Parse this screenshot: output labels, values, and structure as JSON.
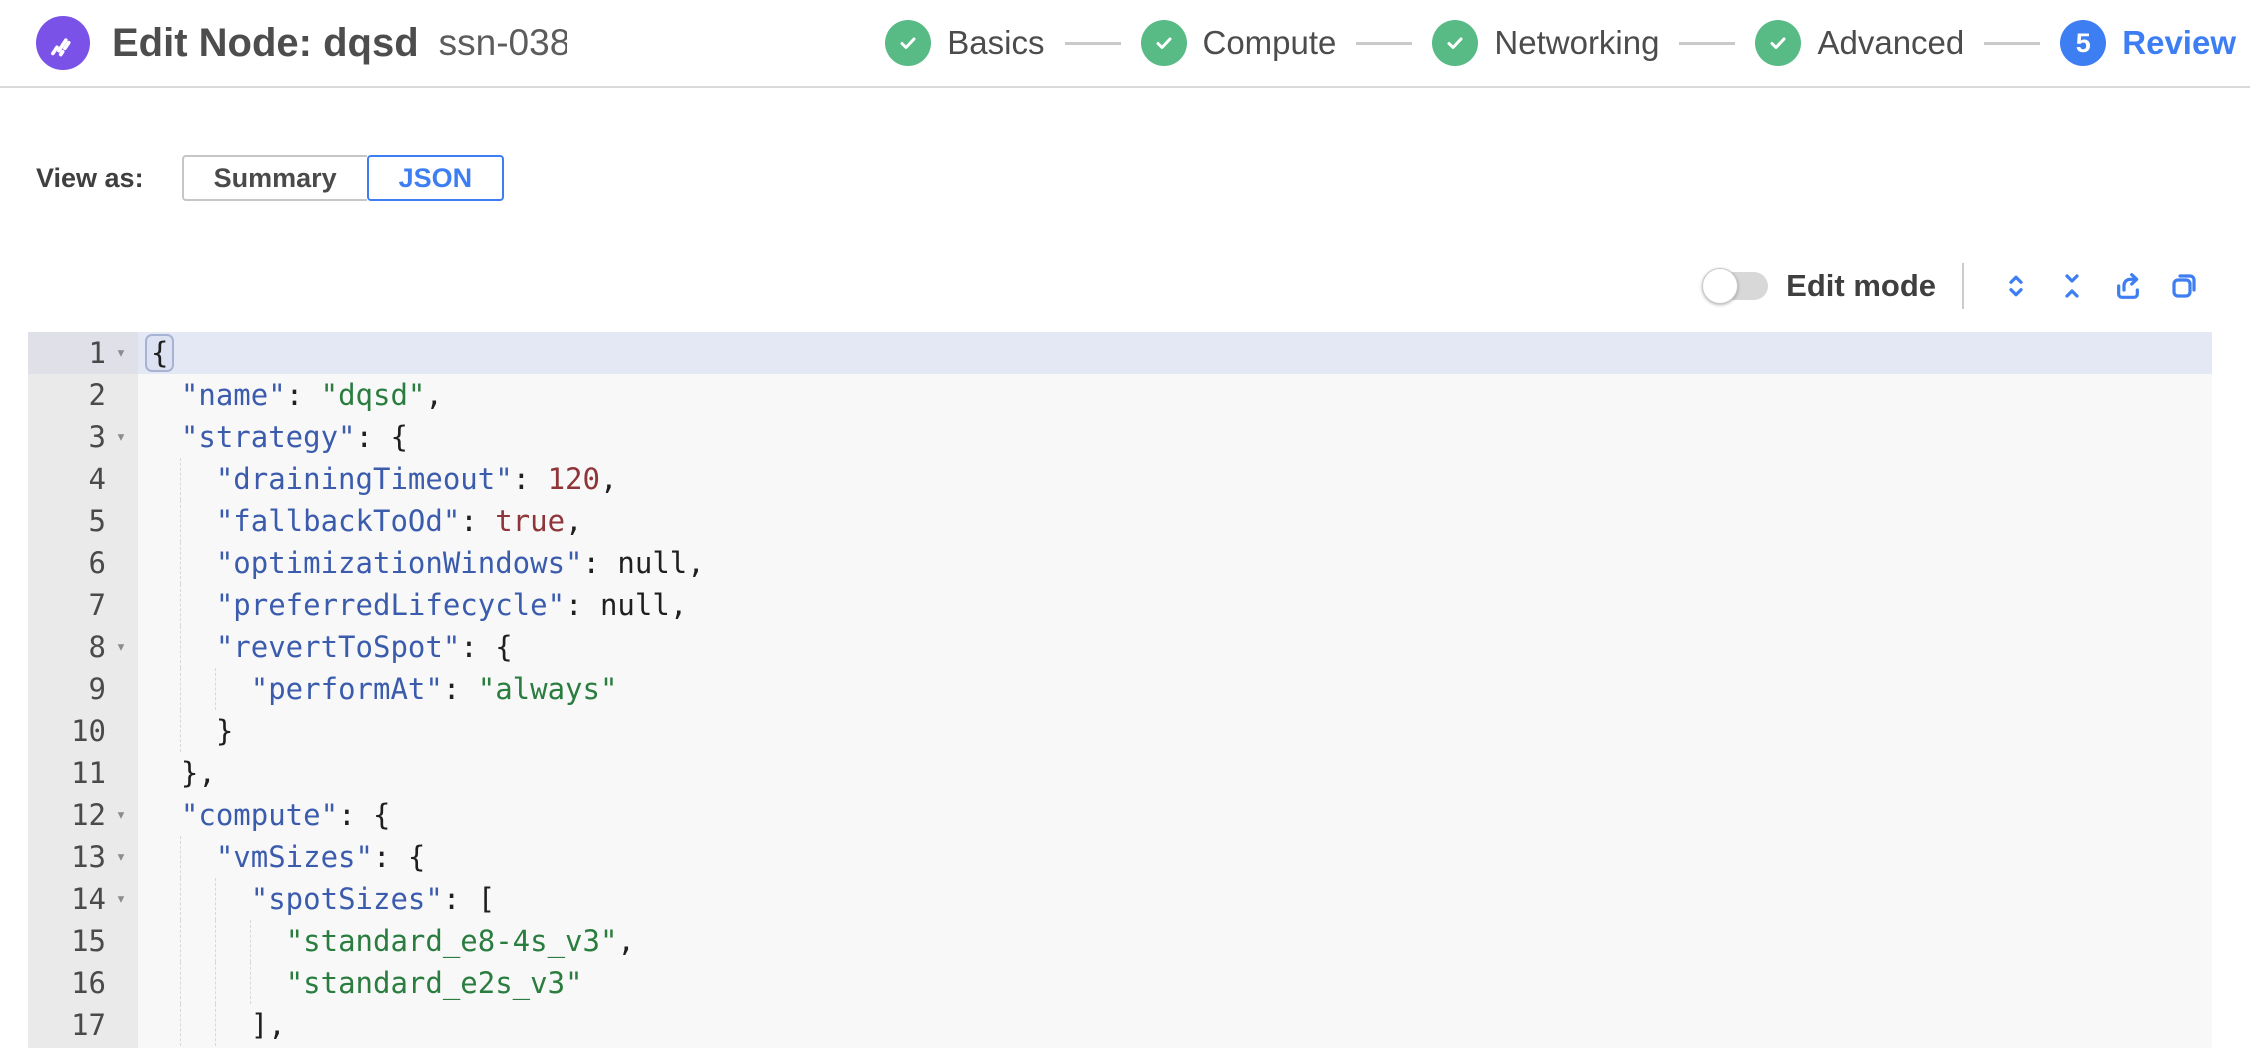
{
  "colors": {
    "accent_blue": "#3d7ef2",
    "green": "#58bb86",
    "purple": "#7a52e8",
    "key": "#3b5cad",
    "string": "#2a7d3f",
    "number": "#8f3539",
    "toggle_track": "#d8d8d8",
    "active_line": "#e4e8f4",
    "editor_bg": "#f8f8f8",
    "gutter_bg": "#eaeaea"
  },
  "header": {
    "logo_icon": "spot-logo-icon",
    "title": "Edit Node: dqsd",
    "subtitle": "ssn-038",
    "steps": [
      {
        "label": "Basics",
        "state": "complete"
      },
      {
        "label": "Compute",
        "state": "complete"
      },
      {
        "label": "Networking",
        "state": "complete"
      },
      {
        "label": "Advanced",
        "state": "complete"
      },
      {
        "label": "Review",
        "state": "current",
        "number": "5"
      }
    ]
  },
  "view_as": {
    "label": "View as:",
    "options": [
      {
        "label": "Summary",
        "selected": false
      },
      {
        "label": "JSON",
        "selected": true
      }
    ]
  },
  "toolbar": {
    "edit_mode_label": "Edit mode",
    "edit_mode_on": false,
    "icons": [
      "expand-all-icon",
      "collapse-all-icon",
      "export-icon",
      "copy-icon"
    ]
  },
  "editor": {
    "active_line": 1,
    "lines": [
      {
        "num": 1,
        "fold": true,
        "indent": 0,
        "tokens": [
          {
            "t": "brk",
            "v": "{"
          }
        ]
      },
      {
        "num": 2,
        "fold": false,
        "indent": 2,
        "tokens": [
          {
            "t": "key",
            "v": "\"name\""
          },
          {
            "t": "punc",
            "v": ": "
          },
          {
            "t": "str",
            "v": "\"dqsd\""
          },
          {
            "t": "punc",
            "v": ","
          }
        ]
      },
      {
        "num": 3,
        "fold": true,
        "indent": 2,
        "tokens": [
          {
            "t": "key",
            "v": "\"strategy\""
          },
          {
            "t": "punc",
            "v": ": {"
          }
        ]
      },
      {
        "num": 4,
        "fold": false,
        "indent": 4,
        "tokens": [
          {
            "t": "key",
            "v": "\"drainingTimeout\""
          },
          {
            "t": "punc",
            "v": ": "
          },
          {
            "t": "num",
            "v": "120"
          },
          {
            "t": "punc",
            "v": ","
          }
        ]
      },
      {
        "num": 5,
        "fold": false,
        "indent": 4,
        "tokens": [
          {
            "t": "key",
            "v": "\"fallbackToOd\""
          },
          {
            "t": "punc",
            "v": ": "
          },
          {
            "t": "bool",
            "v": "true"
          },
          {
            "t": "punc",
            "v": ","
          }
        ]
      },
      {
        "num": 6,
        "fold": false,
        "indent": 4,
        "tokens": [
          {
            "t": "key",
            "v": "\"optimizationWindows\""
          },
          {
            "t": "punc",
            "v": ": "
          },
          {
            "t": "nul",
            "v": "null"
          },
          {
            "t": "punc",
            "v": ","
          }
        ]
      },
      {
        "num": 7,
        "fold": false,
        "indent": 4,
        "tokens": [
          {
            "t": "key",
            "v": "\"preferredLifecycle\""
          },
          {
            "t": "punc",
            "v": ": "
          },
          {
            "t": "nul",
            "v": "null"
          },
          {
            "t": "punc",
            "v": ","
          }
        ]
      },
      {
        "num": 8,
        "fold": true,
        "indent": 4,
        "tokens": [
          {
            "t": "key",
            "v": "\"revertToSpot\""
          },
          {
            "t": "punc",
            "v": ": {"
          }
        ]
      },
      {
        "num": 9,
        "fold": false,
        "indent": 6,
        "tokens": [
          {
            "t": "key",
            "v": "\"performAt\""
          },
          {
            "t": "punc",
            "v": ": "
          },
          {
            "t": "str",
            "v": "\"always\""
          }
        ]
      },
      {
        "num": 10,
        "fold": false,
        "indent": 4,
        "tokens": [
          {
            "t": "punc",
            "v": "}"
          }
        ]
      },
      {
        "num": 11,
        "fold": false,
        "indent": 2,
        "tokens": [
          {
            "t": "punc",
            "v": "},"
          }
        ]
      },
      {
        "num": 12,
        "fold": true,
        "indent": 2,
        "tokens": [
          {
            "t": "key",
            "v": "\"compute\""
          },
          {
            "t": "punc",
            "v": ": {"
          }
        ]
      },
      {
        "num": 13,
        "fold": true,
        "indent": 4,
        "tokens": [
          {
            "t": "key",
            "v": "\"vmSizes\""
          },
          {
            "t": "punc",
            "v": ": {"
          }
        ]
      },
      {
        "num": 14,
        "fold": true,
        "indent": 6,
        "tokens": [
          {
            "t": "key",
            "v": "\"spotSizes\""
          },
          {
            "t": "punc",
            "v": ": ["
          }
        ]
      },
      {
        "num": 15,
        "fold": false,
        "indent": 8,
        "tokens": [
          {
            "t": "str",
            "v": "\"standard_e8-4s_v3\""
          },
          {
            "t": "punc",
            "v": ","
          }
        ]
      },
      {
        "num": 16,
        "fold": false,
        "indent": 8,
        "tokens": [
          {
            "t": "str",
            "v": "\"standard_e2s_v3\""
          }
        ]
      },
      {
        "num": 17,
        "fold": false,
        "indent": 6,
        "tokens": [
          {
            "t": "punc",
            "v": "],"
          }
        ]
      }
    ]
  }
}
